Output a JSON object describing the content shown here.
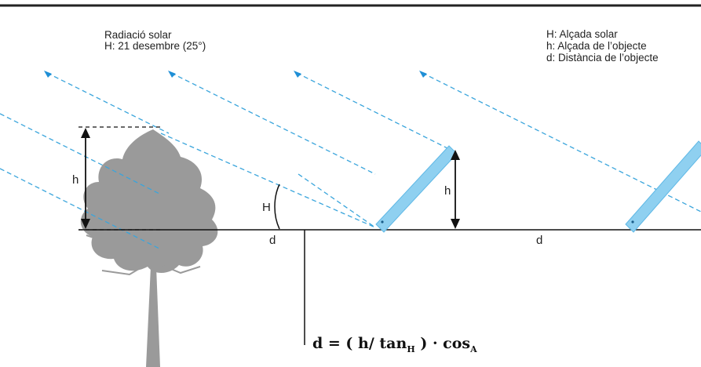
{
  "radiation": {
    "title": "Radiació solar",
    "date_angle": "H: 21 desembre (25°)"
  },
  "legend": {
    "h_solar": "H: Alçada solar",
    "h_object": "h: Alçada de l’objecte",
    "d_distance": "d: Distància de l’objecte"
  },
  "labels": {
    "h_tree": "h",
    "h_panel": "h",
    "angle_H": "H",
    "d_left": "d",
    "d_right": "d"
  },
  "formula": {
    "lhs": "d = ( h/ tan",
    "sub_H": "H",
    "mid": " ) · cos",
    "sub_A": "A"
  },
  "colors": {
    "ray": "#3aa5dc",
    "panel": "#8fd0f0",
    "panel_edge": "#5fb8e6",
    "tree": "#9a9a9a",
    "ground": "#111111"
  }
}
